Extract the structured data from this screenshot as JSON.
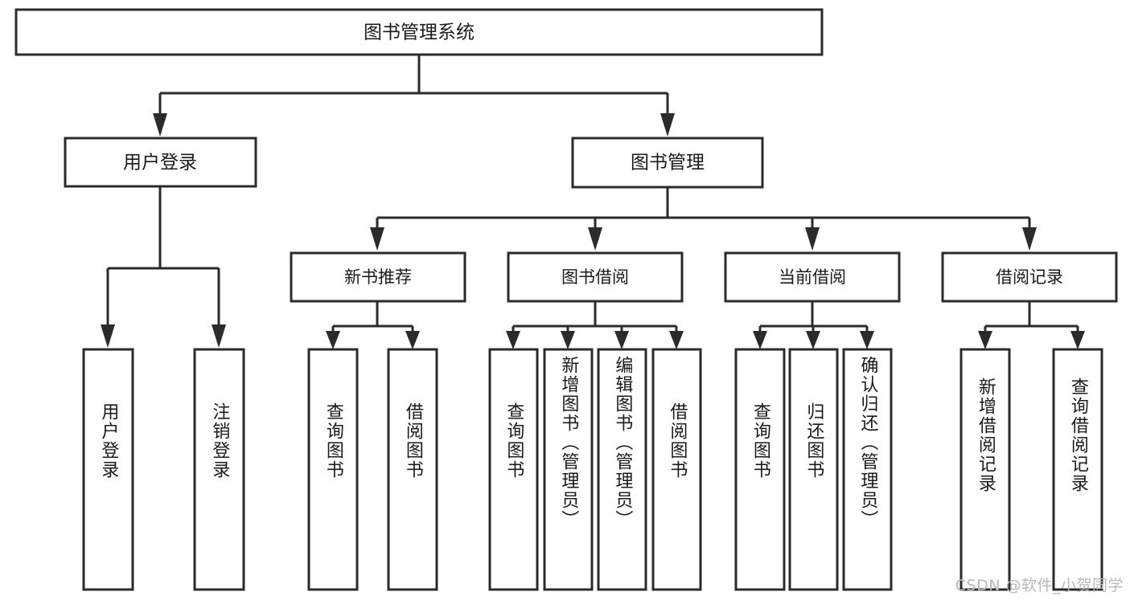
{
  "diagram": {
    "type": "tree-hierarchy",
    "title": "图书管理系统",
    "watermark": "CSDN @软件_小贺同学",
    "colors": {
      "stroke": "#2b2b2b",
      "fill": "#ffffff",
      "text": "#1a1a1a",
      "watermark": "#b9b9b9",
      "background": "#ffffff"
    },
    "root": {
      "label": "图书管理系统"
    },
    "level2": [
      {
        "label": "用户登录"
      },
      {
        "label": "图书管理"
      }
    ],
    "level3": [
      {
        "label": "新书推荐"
      },
      {
        "label": "图书借阅"
      },
      {
        "label": "当前借阅"
      },
      {
        "label": "借阅记录"
      }
    ],
    "leaves": {
      "user_login": [
        {
          "label": "用户登录"
        },
        {
          "label": "注销登录"
        }
      ],
      "new_book_recommend": [
        {
          "label": "查询图书"
        },
        {
          "label": "借阅图书"
        }
      ],
      "book_borrow": [
        {
          "label": "查询图书"
        },
        {
          "label": "新增图书（管理员）"
        },
        {
          "label": "编辑图书（管理员）"
        },
        {
          "label": "借阅图书"
        }
      ],
      "current_borrow": [
        {
          "label": "查询图书"
        },
        {
          "label": "归还图书"
        },
        {
          "label": "确认归还（管理员）"
        }
      ],
      "borrow_record": [
        {
          "label": "新增借阅记录"
        },
        {
          "label": "查询借阅记录"
        }
      ]
    }
  }
}
